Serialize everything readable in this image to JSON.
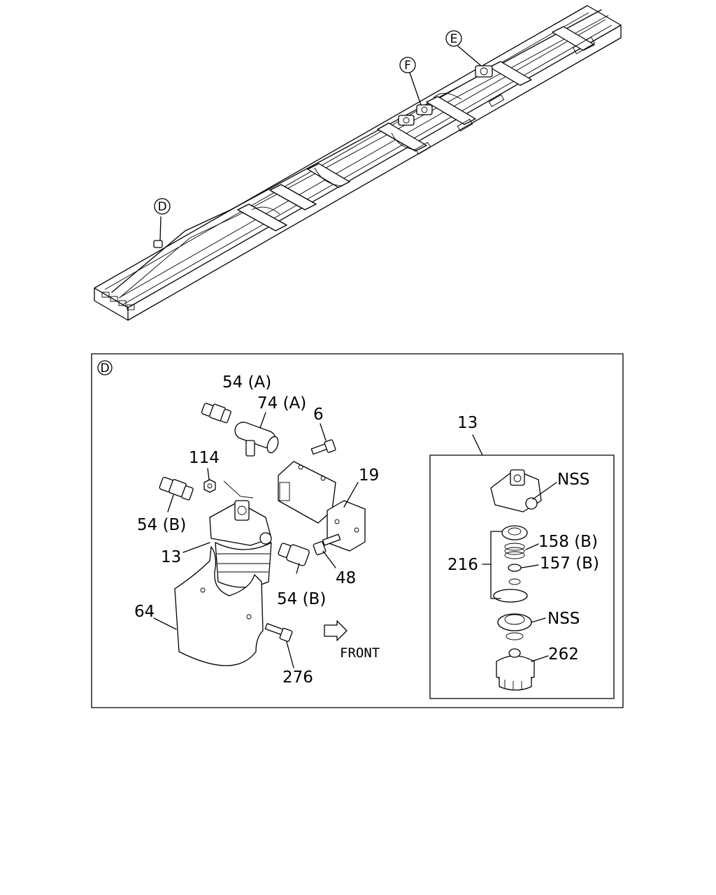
{
  "overview": {
    "callouts": [
      {
        "id": "D",
        "letter": "D"
      },
      {
        "id": "E",
        "letter": "E"
      },
      {
        "id": "F",
        "letter": "F"
      }
    ]
  },
  "detail_d": {
    "view_letter": "D",
    "front_label": "FRONT",
    "labels": {
      "p54a": "54 (A)",
      "p74a": "74 (A)",
      "p6": "6",
      "p19": "19",
      "p114": "114",
      "p54b_left": "54 (B)",
      "p13": "13",
      "p48": "48",
      "p54b_bottom": "54 (B)",
      "p64": "64",
      "p276": "276"
    }
  },
  "inset_13": {
    "header": "13",
    "labels": {
      "nss_top": "NSS",
      "p158b": "158 (B)",
      "p216": "216",
      "p157b": "157 (B)",
      "nss_mid": "NSS",
      "p262": "262"
    }
  }
}
